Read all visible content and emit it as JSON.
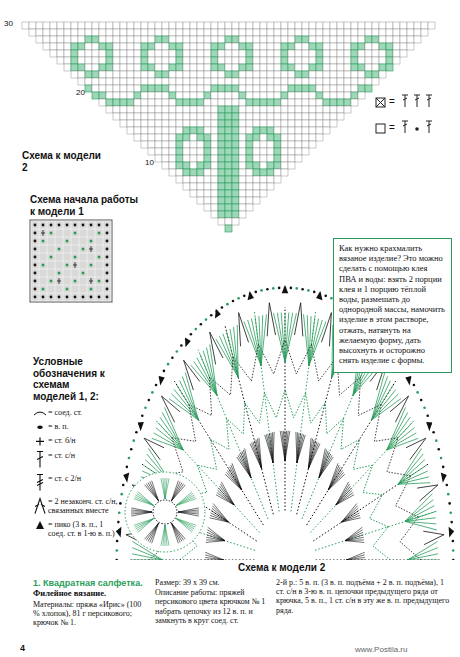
{
  "diagram": {
    "nodes": [
      {
        "text": [
          "Как нужно крахмалить вязаное изделие? Это можно сделать с помощью клея ПВА и воды: взять 2 порции клея и 1 порцию тёплой воды, размешать до однородной массы, намочить изделие в этом растворе, отжать, натянуть на желаемую форму, дать высохнуть и осторожно снять изделие с формы."
        ]
      }
    ],
    "labels": [
      "Схема к модели 2",
      "30",
      "20",
      "10",
      "=",
      "=",
      "Схема начала работы к модели 1",
      "Условные обозначения к схемам моделей 1, 2:",
      "Схема к модели 2",
      "1. Квадратная салфетка.",
      "Филейное вязание.",
      "Материалы: пряжа «Ирис» (100 % хлопок), 81 г персикового; крючок № 1.",
      "Размер: 39 х 39 см.",
      "Описание работы: пряжей персикового цвета крючком № 1 набрать цепочку из 12 в. п. и замкнуть в круг соед. ст.",
      "2-й р.: 5 в. п. (3 в. п. подъёма + 2 в. п. подъёма), 1 ст. с/н в 3-ю в. п. цепочки предыдущего ряда от крючка, 5 в. п., 1 ст. с/н в эту же в. п. предыдущего ряда.",
      "4",
      "www.Postila.ru"
    ],
    "legend": [
      {
        "text": "= соед. ст."
      },
      {
        "text": "= в. п."
      },
      {
        "text": "= ст. б/н"
      },
      {
        "text": "= ст. с/н"
      },
      {
        "text": "= ст. с 2/н"
      },
      {
        "text": "= 2 незаконч. ст. с/н, связанных вместе"
      },
      {
        "text": "= пико (3 в. п., 1 соед. ст. в 1-ю в. п.)"
      }
    ]
  }
}
